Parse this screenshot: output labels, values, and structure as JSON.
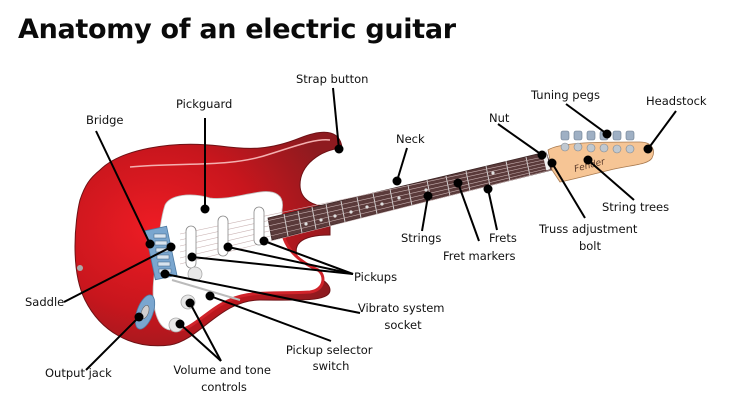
{
  "title": "Anatomy of an electric guitar",
  "colors": {
    "body_red": "#c8161d",
    "body_dark": "#8e1a1f",
    "pickguard": "#ffffff",
    "fretboard": "#5a3a3a",
    "headstock": "#f6c595",
    "bridge_blue": "#7aa6cf",
    "leader": "#000000"
  },
  "labels": {
    "strap_button": [
      "Strap button"
    ],
    "pickguard": [
      "Pickguard"
    ],
    "bridge": [
      "Bridge"
    ],
    "neck": [
      "Neck"
    ],
    "nut": [
      "Nut"
    ],
    "tuning_pegs": [
      "Tuning pegs"
    ],
    "headstock": [
      "Headstock"
    ],
    "string_trees": [
      "String trees"
    ],
    "truss_bolt": [
      "Truss adjustment",
      "bolt"
    ],
    "frets": [
      "Frets"
    ],
    "fret_markers": [
      "Fret markers"
    ],
    "strings": [
      "Strings"
    ],
    "pickups": [
      "Pickups"
    ],
    "saddle": [
      "Saddle"
    ],
    "vibrato_socket": [
      "Vibrato system",
      "socket"
    ],
    "pickup_selector": [
      "Pickup selector",
      "switch"
    ],
    "volume_tone": [
      "Volume and tone",
      "controls"
    ],
    "output_jack": [
      "Output jack"
    ]
  },
  "headstock_logo": "Fender"
}
